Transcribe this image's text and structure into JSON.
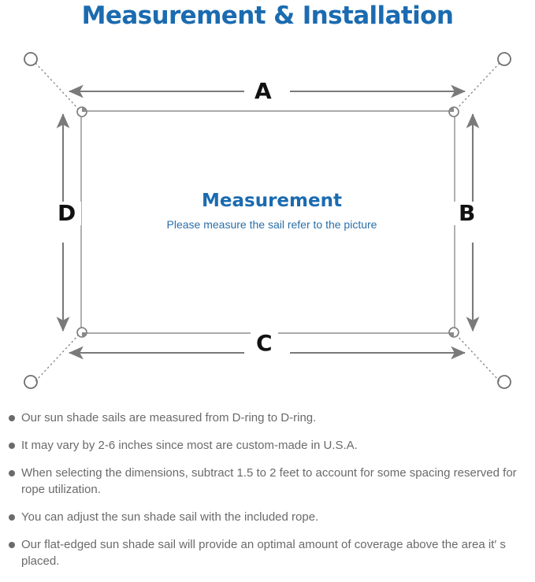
{
  "header": {
    "title": "Measurement & Installation",
    "title_color": "#1b6bb0"
  },
  "diagram": {
    "caption_title": "Measurement",
    "caption_subtitle": "Please measure the sail refer to the picture",
    "labels": {
      "top": "A",
      "right": "B",
      "bottom": "C",
      "left": "D"
    },
    "icons": {
      "anchor_ring": "ring-icon",
      "d_ring": "d-ring-icon",
      "rope": "dotted-rope-line",
      "dimension_arrow": "double-arrow-icon"
    },
    "colors": {
      "line": "#7a7a7a",
      "sail_border": "#8a8a8a",
      "letter": "#111111"
    }
  },
  "notes": {
    "bullet_color": "#6a6a6a",
    "items": [
      "Our sun shade sails are measured from D-ring to D-ring.",
      "It may vary by 2-6 inches since most are custom-made in U.S.A.",
      "When selecting the dimensions, subtract 1.5 to 2 feet to account for some spacing reserved for rope utilization.",
      "You can adjust the sun shade sail with the included rope.",
      "Our flat-edged sun shade sail will provide an optimal amount of coverage above the area it′ s placed."
    ]
  }
}
